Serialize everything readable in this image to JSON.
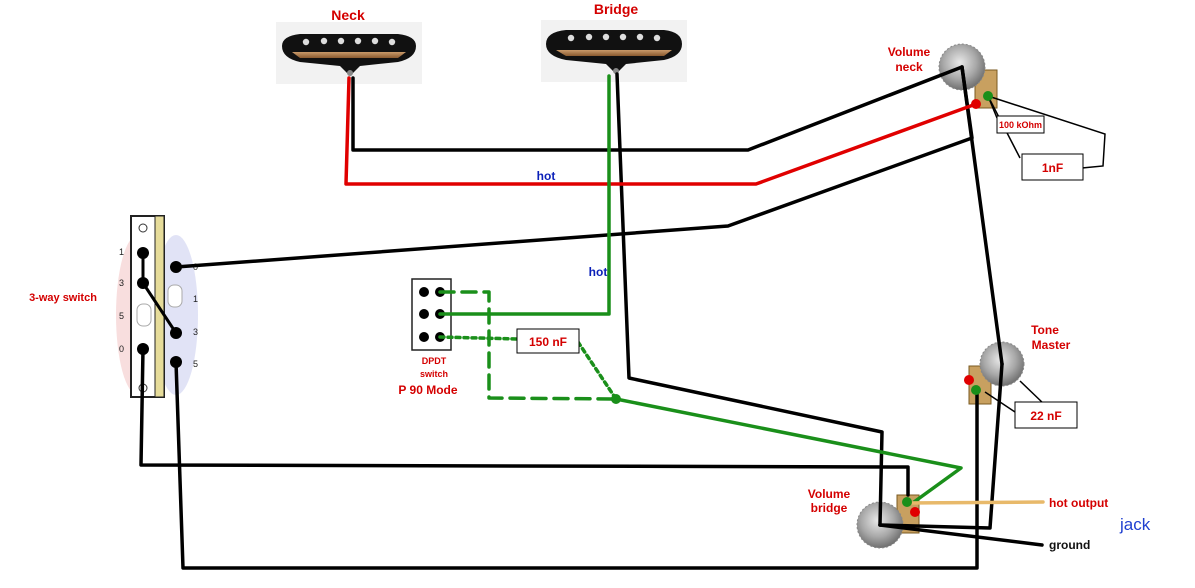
{
  "title": "",
  "labels": {
    "neck": "Neck",
    "bridge": "Bridge",
    "volume_neck": [
      "Volume",
      "neck"
    ],
    "volume_bridge": [
      "Volume",
      "bridge"
    ],
    "tone_master": [
      "Tone",
      "Master"
    ],
    "three_way_switch": "3-way switch",
    "dpdt_switch": [
      "DPDT",
      "switch"
    ],
    "p90_mode": "P 90 Mode",
    "hot_top": "hot",
    "hot_mid": "hot",
    "hot_output": "hot output",
    "ground": "ground",
    "jack": "jack"
  },
  "components": {
    "resistor_100k": "100 kOhm",
    "cap_1nf": "1nF",
    "cap_150nf": "150 nF",
    "cap_22nf": "22 nF"
  },
  "switch_pins_left": [
    "1",
    "3",
    "5",
    "0"
  ],
  "switch_pins_right": [
    "0",
    "1",
    "3",
    "5"
  ],
  "colors": {
    "wire_black": "#000000",
    "wire_red": "#e00000",
    "wire_green": "#1a8f1a",
    "wire_output": "#e8b96a",
    "label_red": "#d40000",
    "label_blue": "#0a1fb8"
  },
  "icons": {
    "pickup": "single-coil-pickup-icon",
    "pot": "potentiometer-icon",
    "switch": "three-way-switch-icon",
    "dpdt": "dpdt-switch-icon"
  }
}
